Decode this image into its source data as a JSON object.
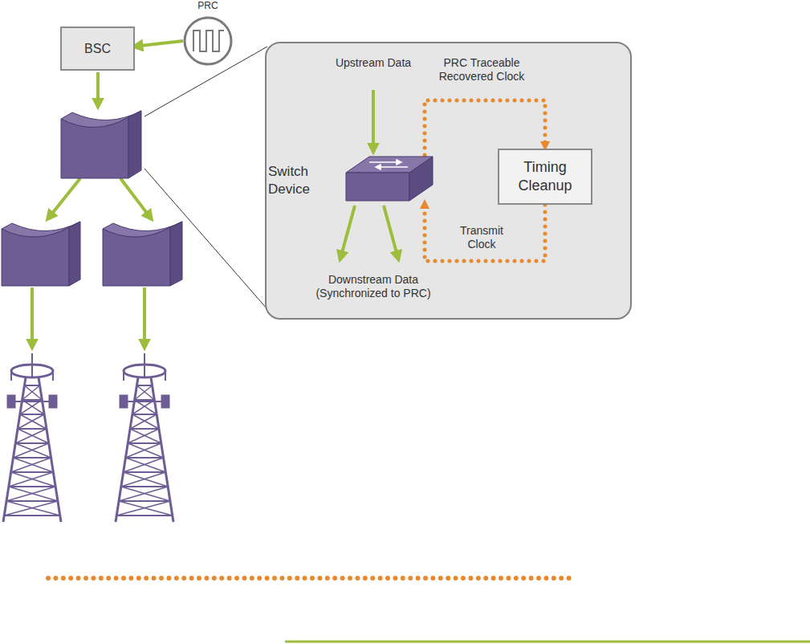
{
  "diagram": {
    "nodes": [
      {
        "text": [
          "PRC"
        ]
      },
      {
        "text": [
          "BSC"
        ]
      },
      {
        "text": [
          "Switch Device"
        ]
      },
      {
        "text": [
          "Timing Cleanup"
        ]
      }
    ],
    "edges": [
      {
        "from": 0,
        "to": 1,
        "arrow": "to"
      },
      {
        "from": 2,
        "to": 3,
        "label": "PRC Traceable Recovered Clock",
        "arrow": "to"
      },
      {
        "from": 3,
        "to": 2,
        "label": "Transmit Clock",
        "arrow": "to"
      }
    ],
    "labels": [
      "Upstream Data",
      "Downstream Data (Synchronized to PRC)"
    ]
  }
}
